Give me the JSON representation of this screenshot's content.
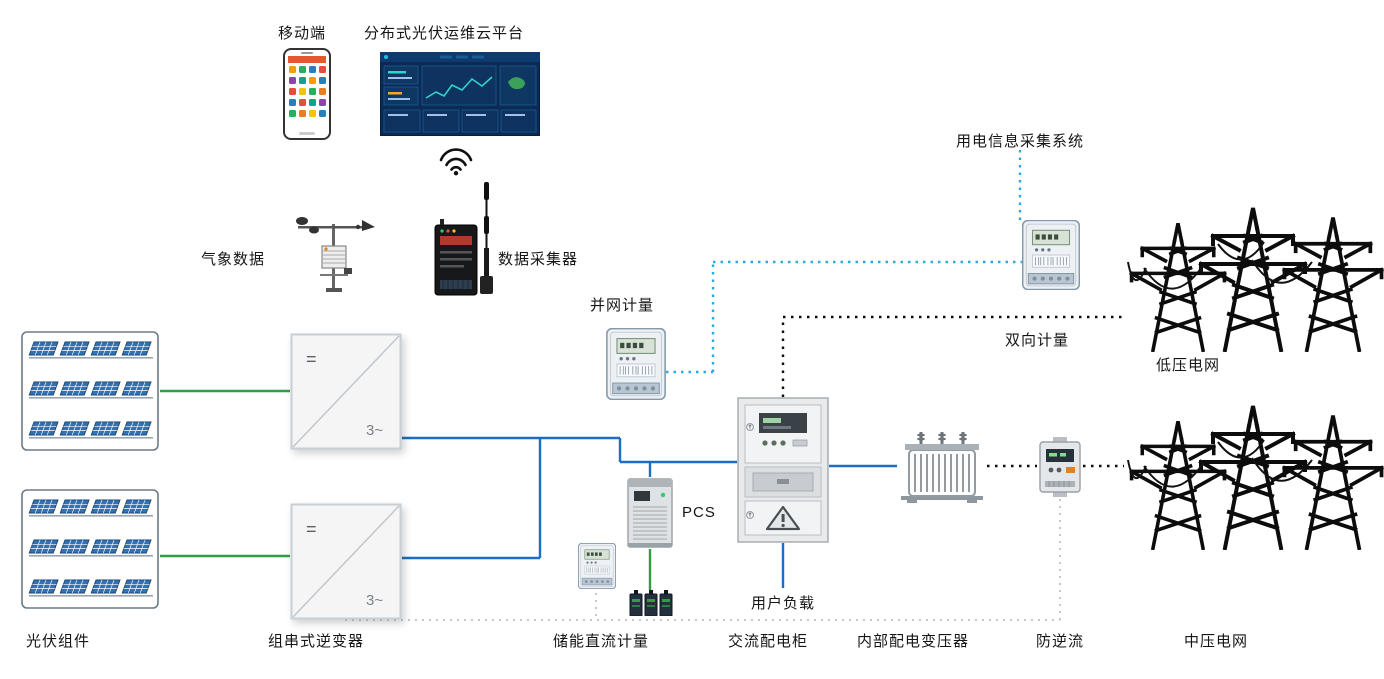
{
  "diagram": {
    "labels": {
      "mobile_terminal": "移动端",
      "cloud_platform": "分布式光伏运维云平台",
      "weather_data": "气象数据",
      "data_collector": "数据采集器",
      "power_consumption_info_system": "用电信息采集系统",
      "grid_connection_metering": "并网计量",
      "bidirectional_metering": "双向计量",
      "low_voltage_grid": "低压电网",
      "pv_modules": "光伏组件",
      "string_inverter": "组串式逆变器",
      "storage_dc_metering": "储能直流计量",
      "ac_distribution_cabinet": "交流配电柜",
      "internal_distribution_transformer": "内部配电变压器",
      "anti_backflow": "防逆流",
      "medium_voltage_grid": "中压电网",
      "pcs": "PCS",
      "user_load": "用户负载"
    },
    "inverter_symbols": {
      "dc": "=",
      "ac": "3~"
    },
    "colors": {
      "dc_line_green": "#2f9e44",
      "ac_line_blue": "#1b6ec2",
      "data_line_light_blue": "#29abe2",
      "metering_line_black": "#0d0d0d",
      "comm_line_gray": "#c7c7c7",
      "pv_panel_blue": "#2f72b8"
    }
  }
}
